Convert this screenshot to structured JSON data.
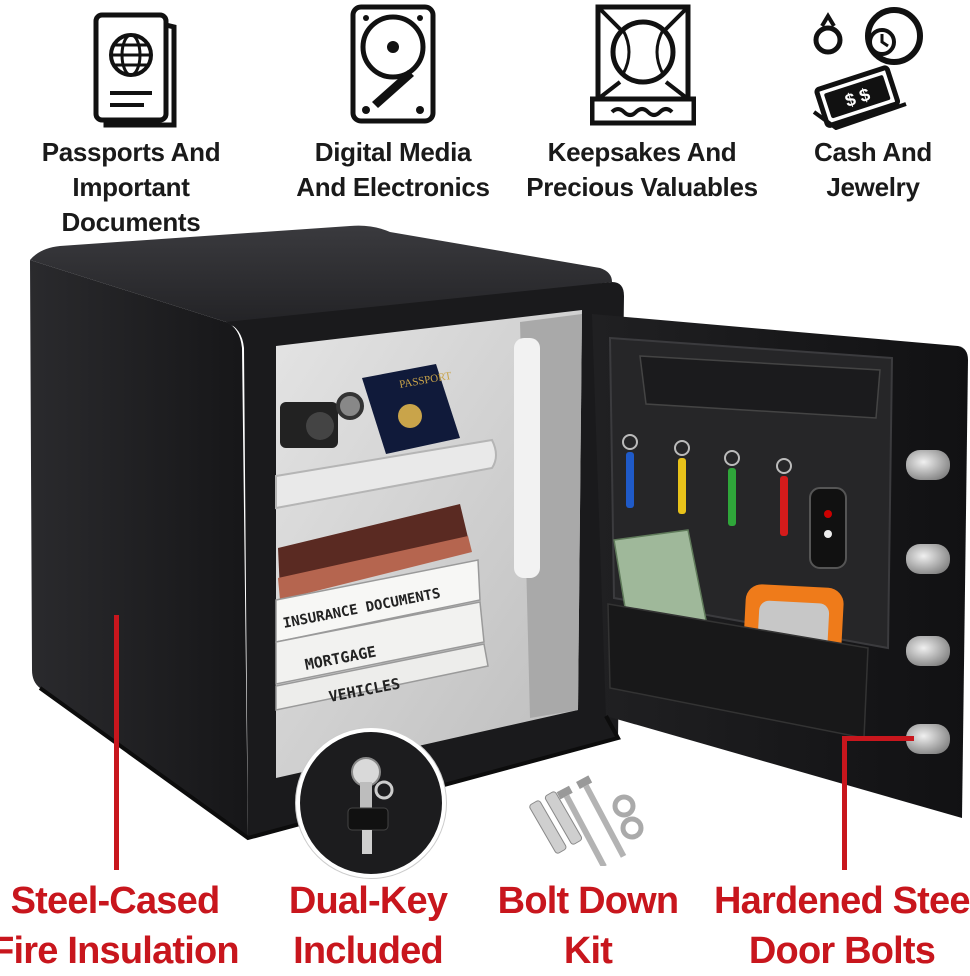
{
  "categories": [
    {
      "icon": "passport-icon",
      "line1": "Passports And",
      "line2": "Important Documents"
    },
    {
      "icon": "hard-drive-icon",
      "line1": "Digital Media",
      "line2": "And Electronics"
    },
    {
      "icon": "baseball-display-icon",
      "line1": "Keepsakes And",
      "line2": "Precious Valuables"
    },
    {
      "icon": "cash-jewelry-icon",
      "line1": "Cash And",
      "line2": "Jewelry"
    }
  ],
  "features": [
    {
      "line1": "Steel-Cased",
      "line2": "Fire Insulation"
    },
    {
      "line1": "Dual-Key",
      "line2": "Included"
    },
    {
      "line1": "Bolt Down",
      "line2": "Kit"
    },
    {
      "line1": "Hardened Steel",
      "line2": "Door Bolts"
    }
  ],
  "folders": {
    "top": "INSURANCE DOCUMENTS",
    "middle": "MORTGAGE",
    "bottom": "VEHICLES"
  },
  "passport_text": "PASSPORT",
  "colors": {
    "accent": "#c8161d",
    "safe_body": "#1c1c1e",
    "interior": "#d9d9d9"
  }
}
